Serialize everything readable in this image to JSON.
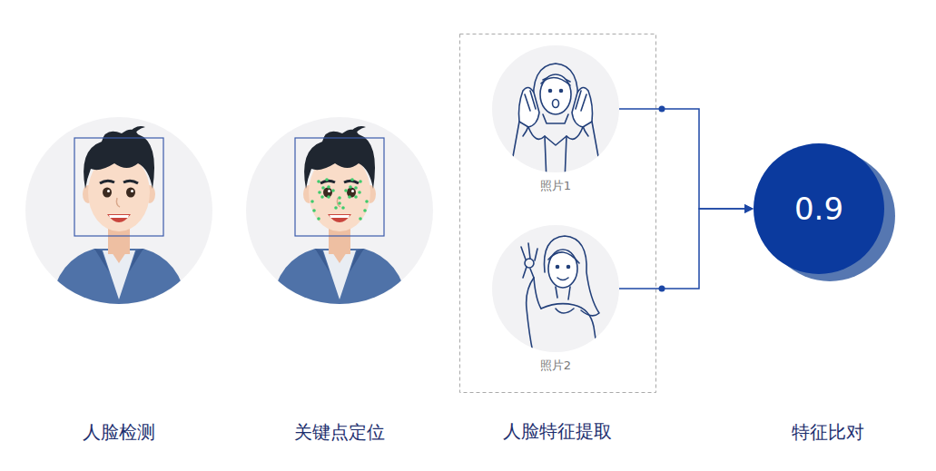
{
  "diagram": {
    "nodes": [
      {
        "text": [
          "人脸特征提取"
        ]
      },
      {
        "text": [
          "照片1"
        ],
        "in": 0
      },
      {
        "text": [
          "照片2"
        ],
        "in": 0
      },
      {
        "text": [
          "0.9"
        ]
      }
    ],
    "edges": [
      {
        "from": 1,
        "to": 3,
        "arrow": "to"
      },
      {
        "from": 2,
        "to": 3,
        "arrow": "to"
      }
    ],
    "labels": [
      "人脸检测",
      "关键点定位",
      "特征比对"
    ]
  }
}
